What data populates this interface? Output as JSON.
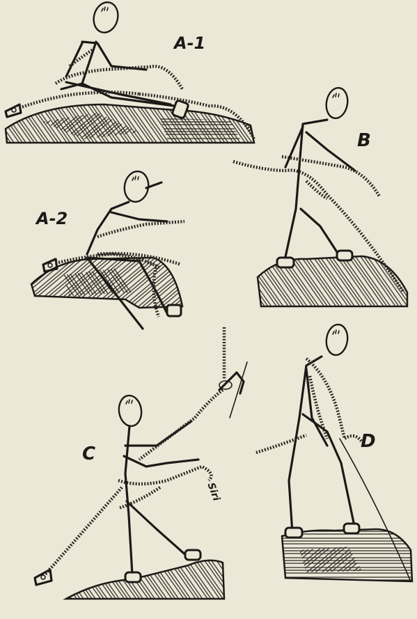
{
  "labels": {
    "a1": "A-1",
    "a2": "A-2",
    "b": "B",
    "c": "C",
    "d": "D",
    "signature": "Siri"
  },
  "colors": {
    "paper": "#ece8d8",
    "ink": "#1c1a17"
  }
}
